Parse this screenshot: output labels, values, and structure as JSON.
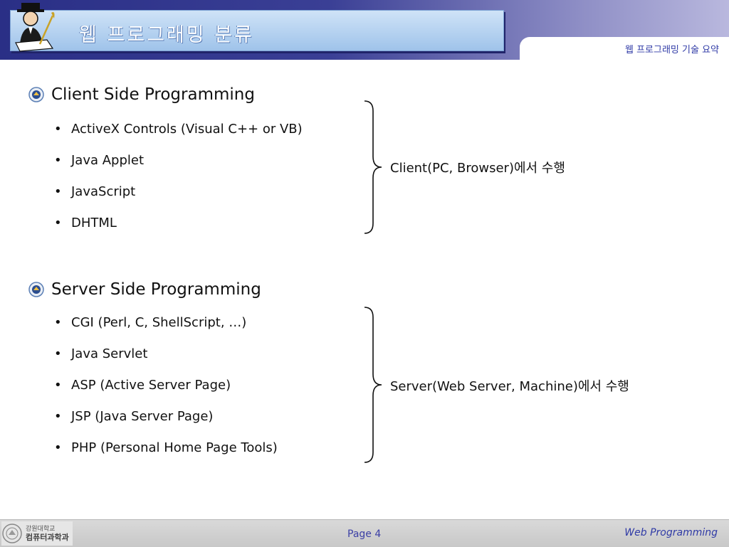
{
  "header": {
    "title": "웹 프로그래밍 분류",
    "subtitle": "웹 프로그래밍 기술 요약"
  },
  "sections": [
    {
      "heading": "Client Side Programming",
      "items": [
        "ActiveX Controls (Visual C++ or VB)",
        "Java Applet",
        "JavaScript",
        "DHTML"
      ],
      "brace_label": "Client(PC, Browser)에서 수행"
    },
    {
      "heading": "Server Side Programming",
      "items": [
        "CGI (Perl, C, ShellScript, …)",
        "Java Servlet",
        "ASP (Active Server Page)",
        "JSP (Java Server Page)",
        "PHP (Personal Home Page Tools)"
      ],
      "brace_label": "Server(Web Server, Machine)에서 수행"
    }
  ],
  "footer": {
    "university_line1": "강원대학교",
    "university_line2": "컴퓨터과학과",
    "page": "Page 4",
    "course": "Web Programming"
  },
  "colors": {
    "header_dark": "#2a2f86",
    "accent_text": "#2f3aa6",
    "footer_bg": "#d0d0d0"
  }
}
